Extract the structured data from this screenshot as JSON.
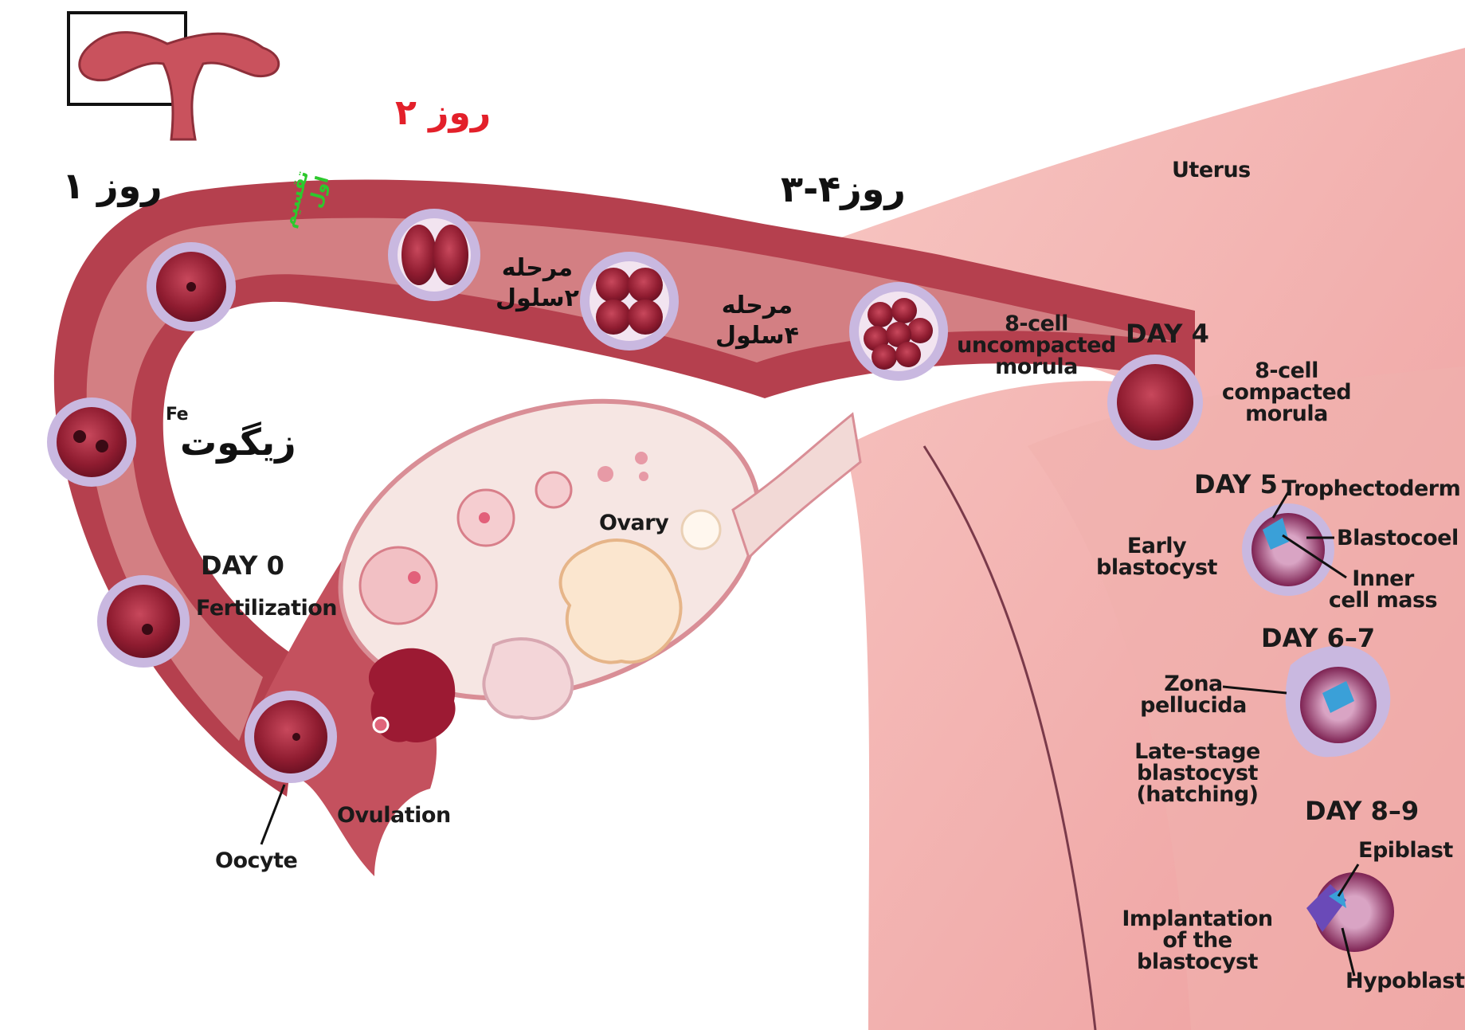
{
  "labels": {
    "day_2_fa": "روز ۲",
    "day_1_fa": "روز ۱",
    "day_3_4_fa": "روز۴-۳",
    "first_division_fa_line1": "تقسیم",
    "first_division_fa_line2": "اول",
    "two_cell_stage_fa_line1": "مرحله",
    "two_cell_stage_fa_line2": "۲سلول",
    "four_cell_stage_fa_line1": "مرحله",
    "four_cell_stage_fa_line2": "۴سلول",
    "zygote_fa": "زیگوت",
    "fe_fragment": "Fe",
    "uterus": "Uterus",
    "uncompacted_morula_line1": "8-cell",
    "uncompacted_morula_line2": "uncompacted",
    "uncompacted_morula_line3": "morula",
    "day_4": "DAY 4",
    "compacted_morula_line1": "8-cell",
    "compacted_morula_line2": "compacted",
    "compacted_morula_line3": "morula",
    "day_5": "DAY 5",
    "trophectoderm": "Trophectoderm",
    "blastocoel": "Blastocoel",
    "inner_cell_mass_line1": "Inner",
    "inner_cell_mass_line2": "cell mass",
    "early_blastocyst_line1": "Early",
    "early_blastocyst_line2": "blastocyst",
    "ovary": "Ovary",
    "day_0": "DAY 0",
    "fertilization": "Fertilization",
    "day_6_7": "DAY 6–7",
    "zona_pellucida_line1": "Zona",
    "zona_pellucida_line2": "pellucida",
    "late_blastocyst_line1": "Late-stage",
    "late_blastocyst_line2": "blastocyst",
    "late_blastocyst_line3": "(hatching)",
    "day_8_9": "DAY 8–9",
    "epiblast": "Epiblast",
    "hypoblast": "Hypoblast",
    "implantation_line1": "Implantation",
    "implantation_line2": "of the",
    "implantation_line3": "blastocyst",
    "ovulation": "Ovulation",
    "oocyte": "Oocyte"
  },
  "colors": {
    "tube_wall": "#b5404e",
    "tube_lumen": "#e8a3a3",
    "uterus_tissue": "#f2b3b0",
    "cell_red": "#a8243a",
    "zona_purple": "#b9a7d6",
    "day2_red": "#e3202a",
    "division_green": "#2dc82d"
  }
}
